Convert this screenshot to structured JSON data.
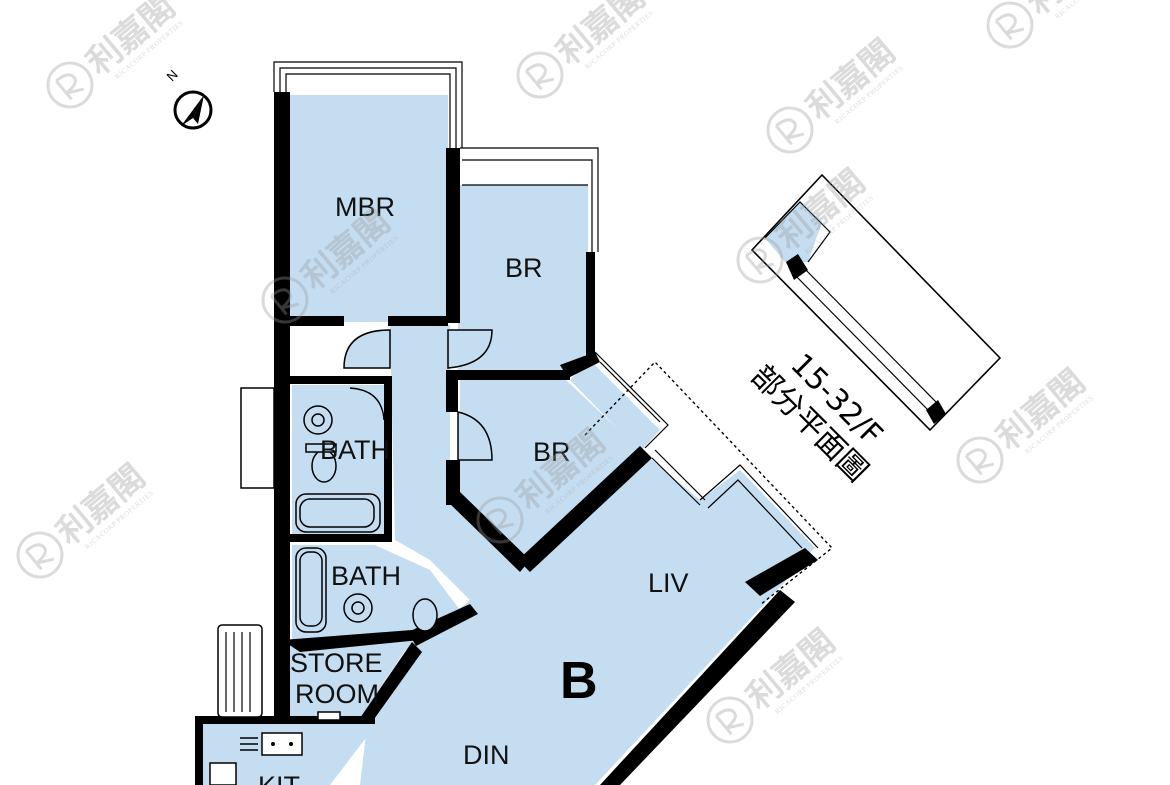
{
  "floor_plan": {
    "unit": "B",
    "floor_note_line1": "15-32/F",
    "floor_note_line2": "部分平面圖",
    "north_label": "N",
    "rooms": {
      "mbr": "MBR",
      "br_upper": "BR",
      "br_lower": "BR",
      "bath_upper": "BATH",
      "bath_lower": "BATH",
      "store_line1": "STORE",
      "store_line2": "ROOM",
      "liv": "LIV",
      "din": "DIN",
      "kit": "KIT"
    },
    "colors": {
      "room_fill": "#c5ddf1",
      "wall": "#000000"
    }
  },
  "watermark": {
    "brand_cn": "利嘉閣",
    "brand_en": "RICACORP PROPERTIES"
  }
}
